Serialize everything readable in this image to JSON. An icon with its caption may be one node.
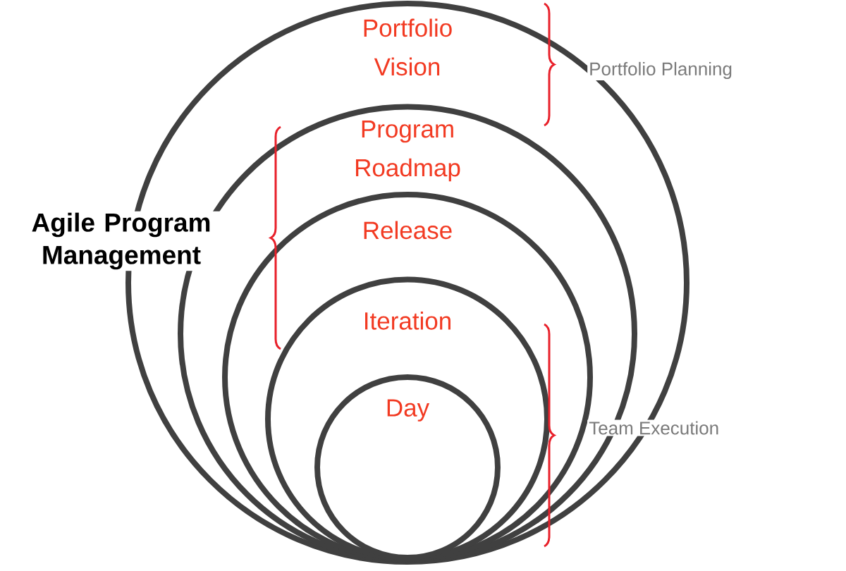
{
  "diagram": {
    "nodes": [
      {
        "text": [
          "Portfolio Vision"
        ]
      },
      {
        "text": [
          "Program Roadmap"
        ],
        "in": 0
      },
      {
        "text": [
          "Release"
        ],
        "in": 1
      },
      {
        "text": [
          "Iteration"
        ],
        "in": 2
      },
      {
        "text": [
          "Day"
        ],
        "in": 3
      }
    ],
    "labels": [
      "Portfolio Planning",
      "Agile Program Management",
      "Team Execution"
    ]
  }
}
